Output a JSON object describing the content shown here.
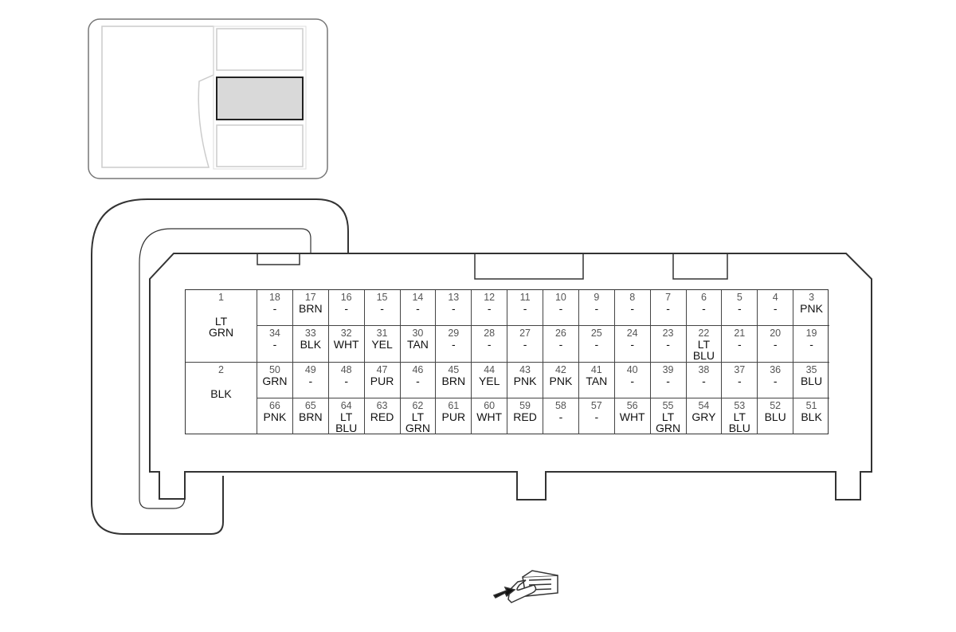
{
  "connector": {
    "pins": [
      {
        "row": 0,
        "col": 1,
        "num": "18",
        "color": "-"
      },
      {
        "row": 0,
        "col": 2,
        "num": "17",
        "color": "BRN"
      },
      {
        "row": 0,
        "col": 3,
        "num": "16",
        "color": "-"
      },
      {
        "row": 0,
        "col": 4,
        "num": "15",
        "color": "-"
      },
      {
        "row": 0,
        "col": 5,
        "num": "14",
        "color": "-"
      },
      {
        "row": 0,
        "col": 6,
        "num": "13",
        "color": "-"
      },
      {
        "row": 0,
        "col": 7,
        "num": "12",
        "color": "-"
      },
      {
        "row": 0,
        "col": 8,
        "num": "11",
        "color": "-"
      },
      {
        "row": 0,
        "col": 9,
        "num": "10",
        "color": "-"
      },
      {
        "row": 0,
        "col": 10,
        "num": "9",
        "color": "-"
      },
      {
        "row": 0,
        "col": 11,
        "num": "8",
        "color": "-"
      },
      {
        "row": 0,
        "col": 12,
        "num": "7",
        "color": "-"
      },
      {
        "row": 0,
        "col": 13,
        "num": "6",
        "color": "-"
      },
      {
        "row": 0,
        "col": 14,
        "num": "5",
        "color": "-"
      },
      {
        "row": 0,
        "col": 15,
        "num": "4",
        "color": "-"
      },
      {
        "row": 0,
        "col": 16,
        "num": "3",
        "color": "PNK"
      },
      {
        "row": 1,
        "col": 1,
        "num": "34",
        "color": "-"
      },
      {
        "row": 1,
        "col": 2,
        "num": "33",
        "color": "BLK"
      },
      {
        "row": 1,
        "col": 3,
        "num": "32",
        "color": "WHT"
      },
      {
        "row": 1,
        "col": 4,
        "num": "31",
        "color": "YEL"
      },
      {
        "row": 1,
        "col": 5,
        "num": "30",
        "color": "TAN"
      },
      {
        "row": 1,
        "col": 6,
        "num": "29",
        "color": "-"
      },
      {
        "row": 1,
        "col": 7,
        "num": "28",
        "color": "-"
      },
      {
        "row": 1,
        "col": 8,
        "num": "27",
        "color": "-"
      },
      {
        "row": 1,
        "col": 9,
        "num": "26",
        "color": "-"
      },
      {
        "row": 1,
        "col": 10,
        "num": "25",
        "color": "-"
      },
      {
        "row": 1,
        "col": 11,
        "num": "24",
        "color": "-"
      },
      {
        "row": 1,
        "col": 12,
        "num": "23",
        "color": "-"
      },
      {
        "row": 1,
        "col": 13,
        "num": "22",
        "color": "LT\nBLU"
      },
      {
        "row": 1,
        "col": 14,
        "num": "21",
        "color": "-"
      },
      {
        "row": 1,
        "col": 15,
        "num": "20",
        "color": "-"
      },
      {
        "row": 1,
        "col": 16,
        "num": "19",
        "color": "-"
      },
      {
        "row": 2,
        "col": 1,
        "num": "50",
        "color": "GRN"
      },
      {
        "row": 2,
        "col": 2,
        "num": "49",
        "color": "-"
      },
      {
        "row": 2,
        "col": 3,
        "num": "48",
        "color": "-"
      },
      {
        "row": 2,
        "col": 4,
        "num": "47",
        "color": "PUR"
      },
      {
        "row": 2,
        "col": 5,
        "num": "46",
        "color": "-"
      },
      {
        "row": 2,
        "col": 6,
        "num": "45",
        "color": "BRN"
      },
      {
        "row": 2,
        "col": 7,
        "num": "44",
        "color": "YEL"
      },
      {
        "row": 2,
        "col": 8,
        "num": "43",
        "color": "PNK"
      },
      {
        "row": 2,
        "col": 9,
        "num": "42",
        "color": "PNK"
      },
      {
        "row": 2,
        "col": 10,
        "num": "41",
        "color": "TAN"
      },
      {
        "row": 2,
        "col": 11,
        "num": "40",
        "color": "-"
      },
      {
        "row": 2,
        "col": 12,
        "num": "39",
        "color": "-"
      },
      {
        "row": 2,
        "col": 13,
        "num": "38",
        "color": "-"
      },
      {
        "row": 2,
        "col": 14,
        "num": "37",
        "color": "-"
      },
      {
        "row": 2,
        "col": 15,
        "num": "36",
        "color": "-"
      },
      {
        "row": 2,
        "col": 16,
        "num": "35",
        "color": "BLU"
      },
      {
        "row": 3,
        "col": 1,
        "num": "66",
        "color": "PNK"
      },
      {
        "row": 3,
        "col": 2,
        "num": "65",
        "color": "BRN"
      },
      {
        "row": 3,
        "col": 3,
        "num": "64",
        "color": "LT\nBLU"
      },
      {
        "row": 3,
        "col": 4,
        "num": "63",
        "color": "RED"
      },
      {
        "row": 3,
        "col": 5,
        "num": "62",
        "color": "LT\nGRN"
      },
      {
        "row": 3,
        "col": 6,
        "num": "61",
        "color": "PUR"
      },
      {
        "row": 3,
        "col": 7,
        "num": "60",
        "color": "WHT"
      },
      {
        "row": 3,
        "col": 8,
        "num": "59",
        "color": "RED"
      },
      {
        "row": 3,
        "col": 9,
        "num": "58",
        "color": "-"
      },
      {
        "row": 3,
        "col": 10,
        "num": "57",
        "color": "-"
      },
      {
        "row": 3,
        "col": 11,
        "num": "56",
        "color": "WHT"
      },
      {
        "row": 3,
        "col": 12,
        "num": "55",
        "color": "LT\nGRN"
      },
      {
        "row": 3,
        "col": 13,
        "num": "54",
        "color": "GRY"
      },
      {
        "row": 3,
        "col": 14,
        "num": "53",
        "color": "LT\nBLU"
      },
      {
        "row": 3,
        "col": 15,
        "num": "52",
        "color": "BLU"
      },
      {
        "row": 3,
        "col": 16,
        "num": "51",
        "color": "BLK"
      }
    ],
    "big_pins": [
      {
        "row": 0,
        "num": "1",
        "color": "LT\nGRN"
      },
      {
        "row": 2,
        "num": "2",
        "color": "BLK"
      }
    ]
  }
}
